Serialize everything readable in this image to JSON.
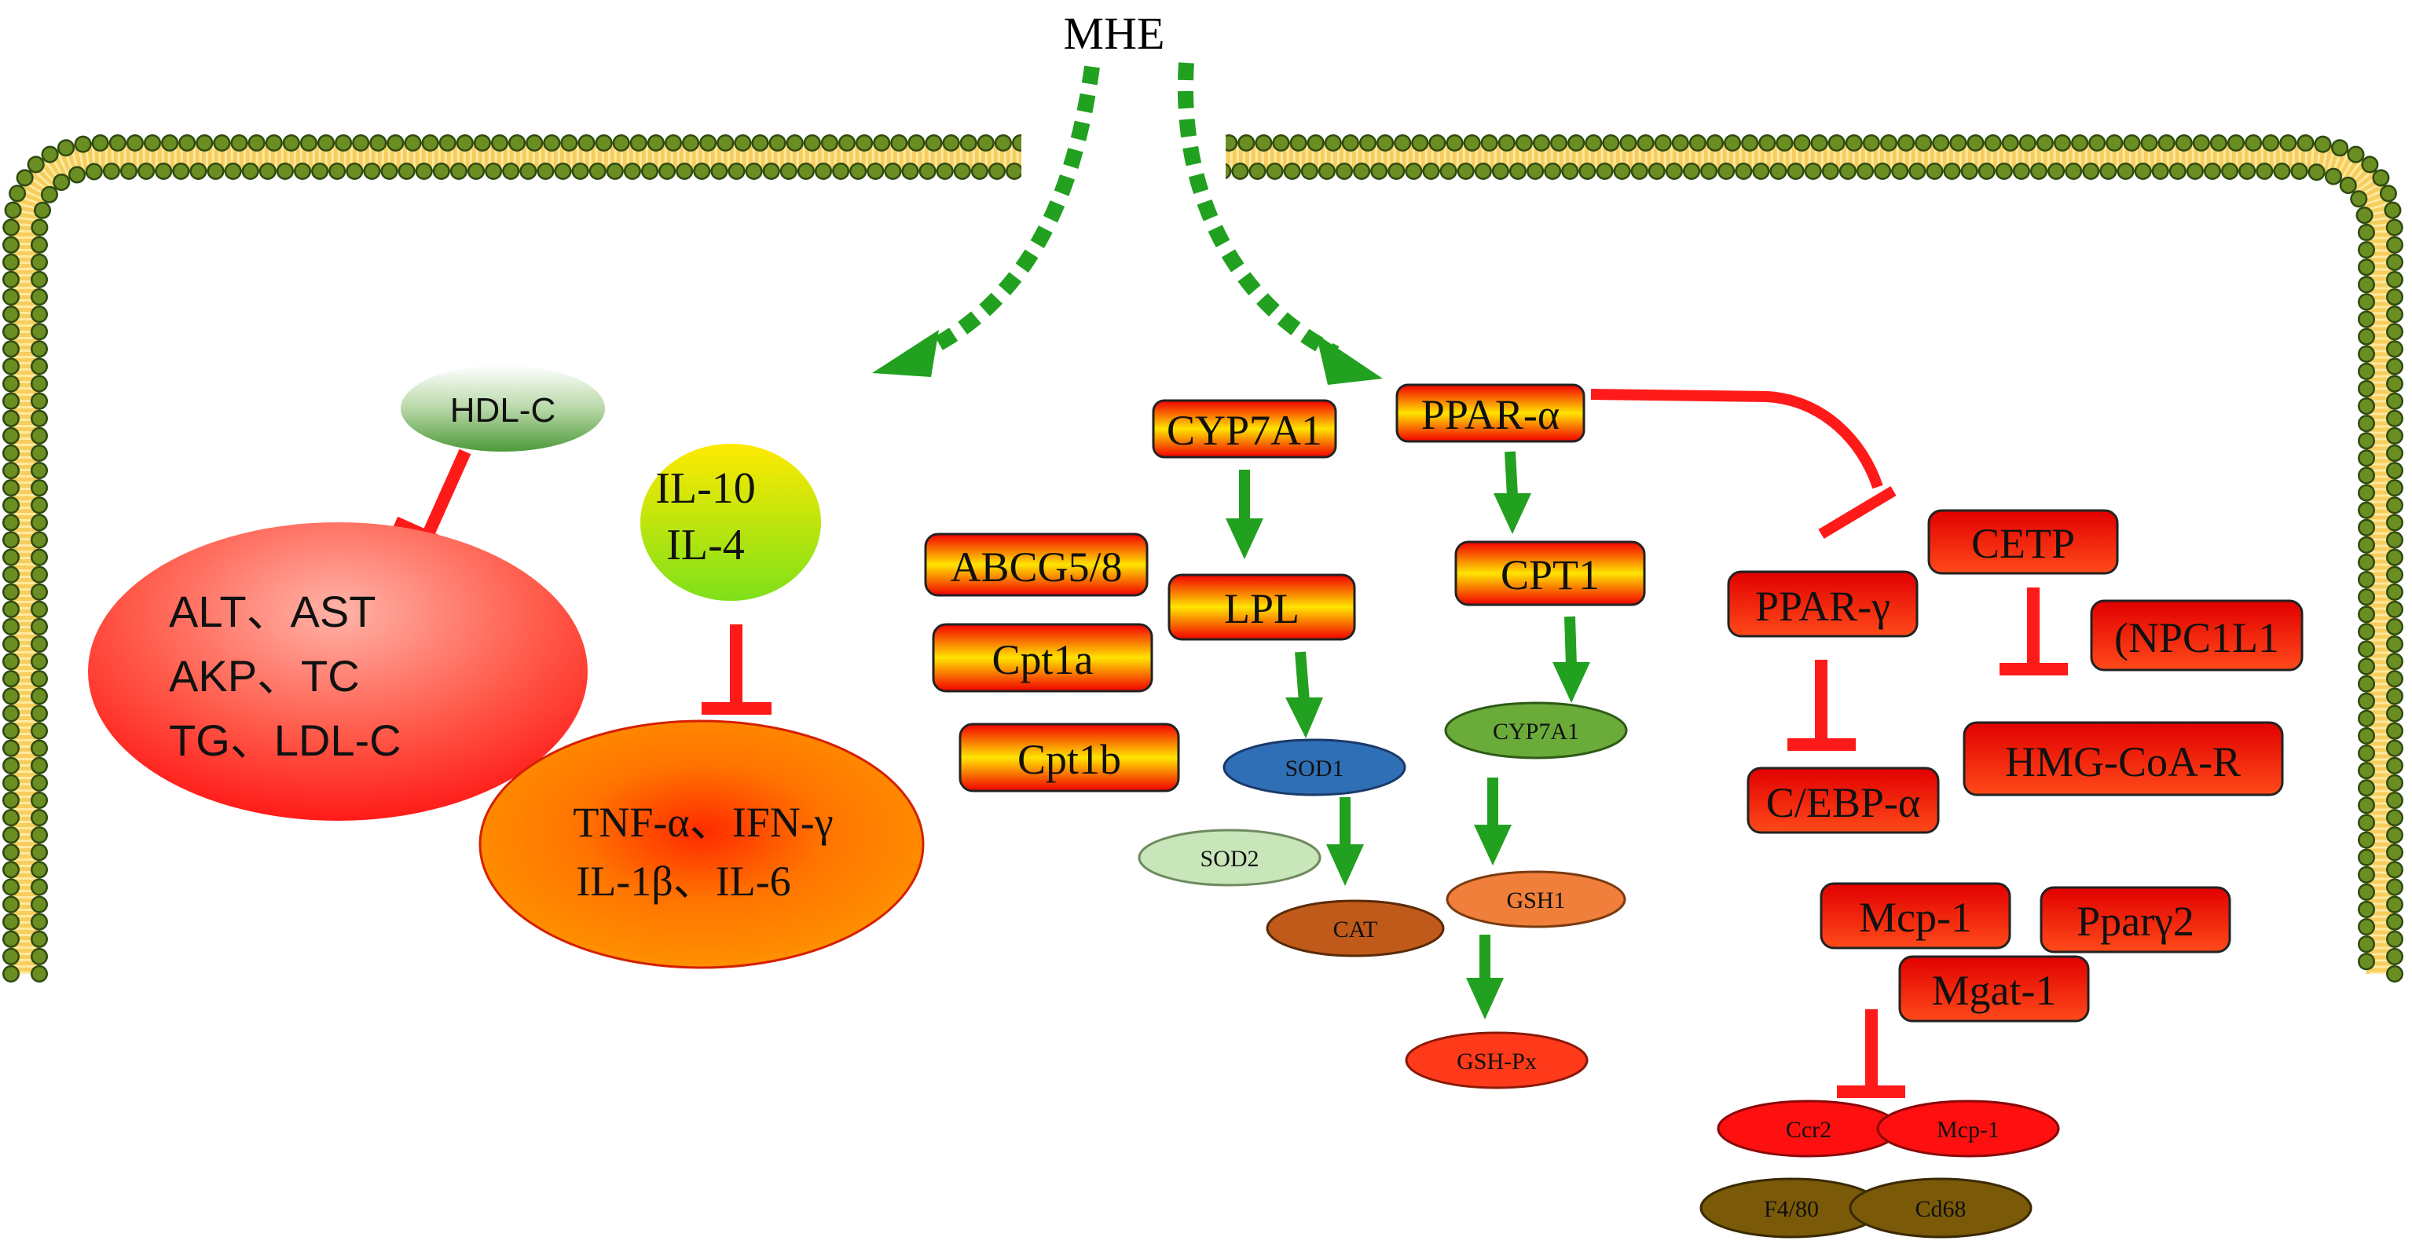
{
  "diagram": {
    "stimulus": "MHE",
    "left_group": {
      "hdl": "HDL-C",
      "liver_markers": [
        "ALT、AST",
        "AKP、TC",
        "TG、LDL-C"
      ],
      "anti_inflammatory": [
        "IL-10",
        "IL-4"
      ],
      "pro_inflammatory": [
        "TNF-α、IFN-γ",
        "IL-1β、IL-6"
      ]
    },
    "middle_group": {
      "abcg": "ABCG5/8",
      "cpt1a": "Cpt1a",
      "cpt1b": "Cpt1b",
      "cyp7a1_top": "CYP7A1",
      "lpl": "LPL",
      "sod1": "SOD1",
      "sod2": "SOD2",
      "cat": "CAT"
    },
    "ppar_group": {
      "ppar_alpha": "PPAR-α",
      "cpt1": "CPT1",
      "cyp7a1": "CYP7A1",
      "gsh1": "GSH1",
      "gsh_px": "GSH-Px"
    },
    "right_group": {
      "ppar_gamma": "PPAR-γ",
      "cebp": "C/EBP-α",
      "cetp": "CETP",
      "npc": "(NPC1L1",
      "hmg": "HMG-CoA-R",
      "mcp1": "Mcp-1",
      "pparg2": "Pparγ2",
      "mgat": "Mgat-1",
      "ccr2": "Ccr2",
      "mcp1_small": "Mcp-1",
      "f480": "F4/80",
      "cd68": "Cd68"
    }
  },
  "colors": {
    "activation": "#22a020",
    "inhibition": "#ff1a1a",
    "membrane_head": "#6b8e23",
    "membrane_tail": "#f4c542"
  }
}
